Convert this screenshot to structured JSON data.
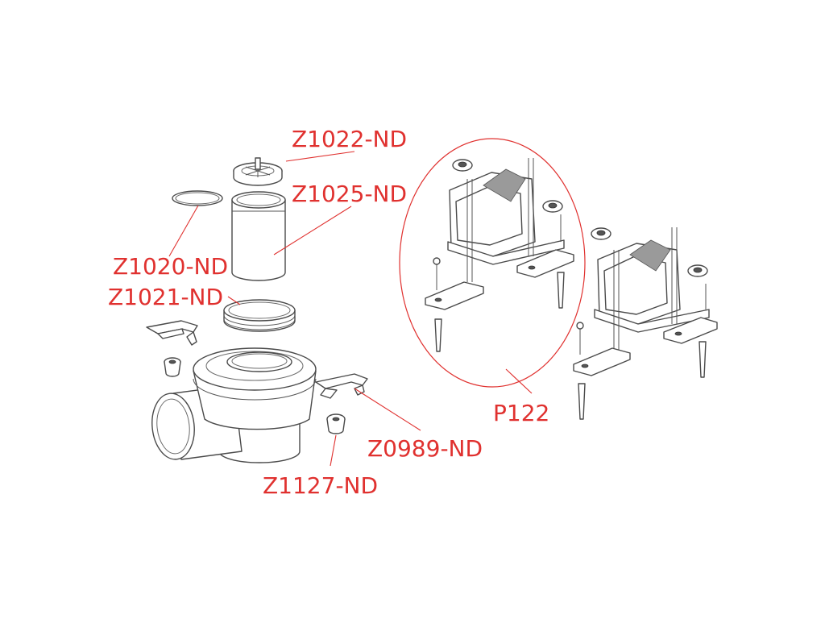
{
  "labels": {
    "z1022": "Z1022-ND",
    "z1025": "Z1025-ND",
    "z1020": "Z1020-ND",
    "z1021": "Z1021-ND",
    "z0989": "Z0989-ND",
    "z1127": "Z1127-ND",
    "p122": "P122"
  },
  "colors": {
    "label": "#e0312f",
    "line_art": "#4a4a4a",
    "background": "#ffffff"
  }
}
